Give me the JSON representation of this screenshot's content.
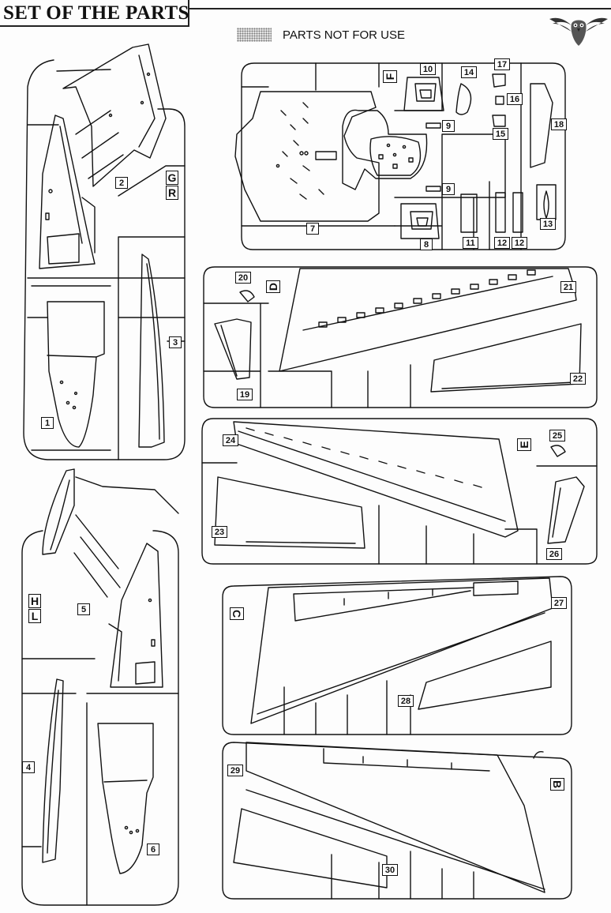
{
  "header": {
    "title": "SET OF THE PARTS",
    "legend_label": "PARTS NOT FOR USE",
    "logo_icon": "eagle-icon"
  },
  "sprues": [
    {
      "letter": "G",
      "parts": [
        "1",
        "2",
        "3"
      ]
    },
    {
      "letter": "R",
      "parts": []
    },
    {
      "letter": "F",
      "parts": [
        "7",
        "8",
        "9",
        "9",
        "10",
        "11",
        "12",
        "12",
        "13",
        "14",
        "15",
        "16",
        "17",
        "18"
      ]
    },
    {
      "letter": "D",
      "parts": [
        "19",
        "20",
        "21",
        "22"
      ]
    },
    {
      "letter": "E",
      "parts": [
        "23",
        "24",
        "25",
        "26"
      ]
    },
    {
      "letter": "H",
      "parts": [
        "4",
        "5",
        "6"
      ]
    },
    {
      "letter": "L",
      "parts": []
    },
    {
      "letter": "C",
      "parts": [
        "27",
        "28"
      ]
    },
    {
      "letter": "B",
      "parts": [
        "29",
        "30"
      ]
    }
  ],
  "labels": {
    "p1": "1",
    "p2": "2",
    "p3": "3",
    "p4": "4",
    "p5": "5",
    "p6": "6",
    "p7": "7",
    "p8": "8",
    "p9a": "9",
    "p9b": "9",
    "p10": "10",
    "p11": "11",
    "p12a": "12",
    "p12b": "12",
    "p13": "13",
    "p14": "14",
    "p15": "15",
    "p16": "16",
    "p17": "17",
    "p18": "18",
    "p19": "19",
    "p20": "20",
    "p21": "21",
    "p22": "22",
    "p23": "23",
    "p24": "24",
    "p25": "25",
    "p26": "26",
    "p27": "27",
    "p28": "28",
    "p29": "29",
    "p30": "30",
    "sG": "G",
    "sR": "R",
    "sF": "F",
    "sD": "D",
    "sE": "E",
    "sH": "H",
    "sL": "L",
    "sC": "C",
    "sB": "B"
  },
  "colors": {
    "ink": "#111111",
    "paper": "#fdfdfd",
    "stipple": "#7a7a7a"
  }
}
